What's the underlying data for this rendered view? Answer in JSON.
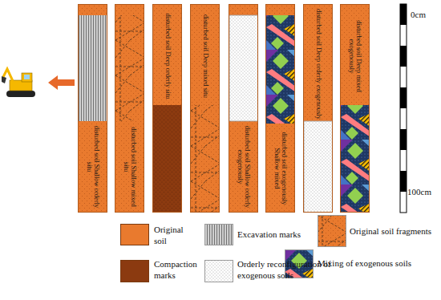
{
  "diagram": {
    "nodes": [
      {
        "text": [
          "disturbed soil Shallow orderly situ"
        ]
      },
      {
        "text": [
          "disturbed soil Shallow mixed situ"
        ]
      },
      {
        "text": [
          "disturbed soil Deep orderly situ"
        ]
      },
      {
        "text": [
          "disturbed soil Deep mixed situ"
        ]
      },
      {
        "text": [
          "disturbed soil Shallow orderly exogenously"
        ]
      },
      {
        "text": [
          "disturbed soil exogenously Shallow mixed"
        ]
      },
      {
        "text": [
          "disturbed soil Deep orderly exogenously"
        ]
      },
      {
        "text": [
          "disturbed soil Deep mixed exogenously"
        ]
      }
    ],
    "labels": [
      "0cm",
      "100cm"
    ],
    "legend": [
      {
        "text": "Original soil",
        "color": "#e97a2e"
      },
      {
        "text": "Excavation marks"
      },
      {
        "text": "Original soil fragments"
      },
      {
        "text": "Compaction marks",
        "color": "#8b3a10"
      },
      {
        "text": "Orderly reconfiguration of exogenous soils"
      },
      {
        "text": "Mixing of exogenous soils"
      }
    ]
  }
}
